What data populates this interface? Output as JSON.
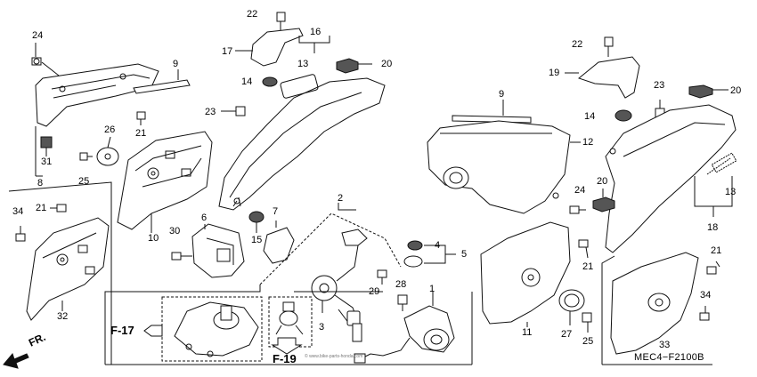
{
  "callouts": [
    {
      "id": "c24a",
      "text": "24"
    },
    {
      "id": "c9a",
      "text": "9"
    },
    {
      "id": "c26",
      "text": "26"
    },
    {
      "id": "c21a",
      "text": "21"
    },
    {
      "id": "c31",
      "text": "31"
    },
    {
      "id": "c8",
      "text": "8"
    },
    {
      "id": "c25a",
      "text": "25"
    },
    {
      "id": "c10",
      "text": "10"
    },
    {
      "id": "c34a",
      "text": "34"
    },
    {
      "id": "c21b",
      "text": "21"
    },
    {
      "id": "c32",
      "text": "32"
    },
    {
      "id": "c22a",
      "text": "22"
    },
    {
      "id": "c17",
      "text": "17"
    },
    {
      "id": "c16",
      "text": "16"
    },
    {
      "id": "c13a",
      "text": "13"
    },
    {
      "id": "c20a",
      "text": "20"
    },
    {
      "id": "c14a",
      "text": "14"
    },
    {
      "id": "c23a",
      "text": "23"
    },
    {
      "id": "c6",
      "text": "6"
    },
    {
      "id": "c7",
      "text": "7"
    },
    {
      "id": "c15",
      "text": "15"
    },
    {
      "id": "c30",
      "text": "30"
    },
    {
      "id": "c2",
      "text": "2"
    },
    {
      "id": "c3",
      "text": "3"
    },
    {
      "id": "c29",
      "text": "29"
    },
    {
      "id": "c28",
      "text": "28"
    },
    {
      "id": "c1",
      "text": "1"
    },
    {
      "id": "c9b",
      "text": "9"
    },
    {
      "id": "c12",
      "text": "12"
    },
    {
      "id": "c22b",
      "text": "22"
    },
    {
      "id": "c19",
      "text": "19"
    },
    {
      "id": "c23b",
      "text": "23"
    },
    {
      "id": "c20b",
      "text": "20"
    },
    {
      "id": "c14b",
      "text": "14"
    },
    {
      "id": "c24b",
      "text": "24"
    },
    {
      "id": "c20c",
      "text": "20"
    },
    {
      "id": "c13b",
      "text": "13"
    },
    {
      "id": "c18",
      "text": "18"
    },
    {
      "id": "c4",
      "text": "4"
    },
    {
      "id": "c5",
      "text": "5"
    },
    {
      "id": "c21c",
      "text": "21"
    },
    {
      "id": "c11",
      "text": "11"
    },
    {
      "id": "c27",
      "text": "27"
    },
    {
      "id": "c25b",
      "text": "25"
    },
    {
      "id": "c21d",
      "text": "21"
    },
    {
      "id": "c34b",
      "text": "34"
    },
    {
      "id": "c33",
      "text": "33"
    }
  ],
  "refs": {
    "f17": "F-17",
    "f19": "F-19",
    "fr": "FR."
  },
  "diagram_code": "MEC4−F2100B",
  "watermark": "© www.bike-parts-honda.com",
  "colors": {
    "line": "#111111",
    "fill": "#ffffff",
    "shade": "#c8c8c8",
    "dark": "#555555"
  }
}
